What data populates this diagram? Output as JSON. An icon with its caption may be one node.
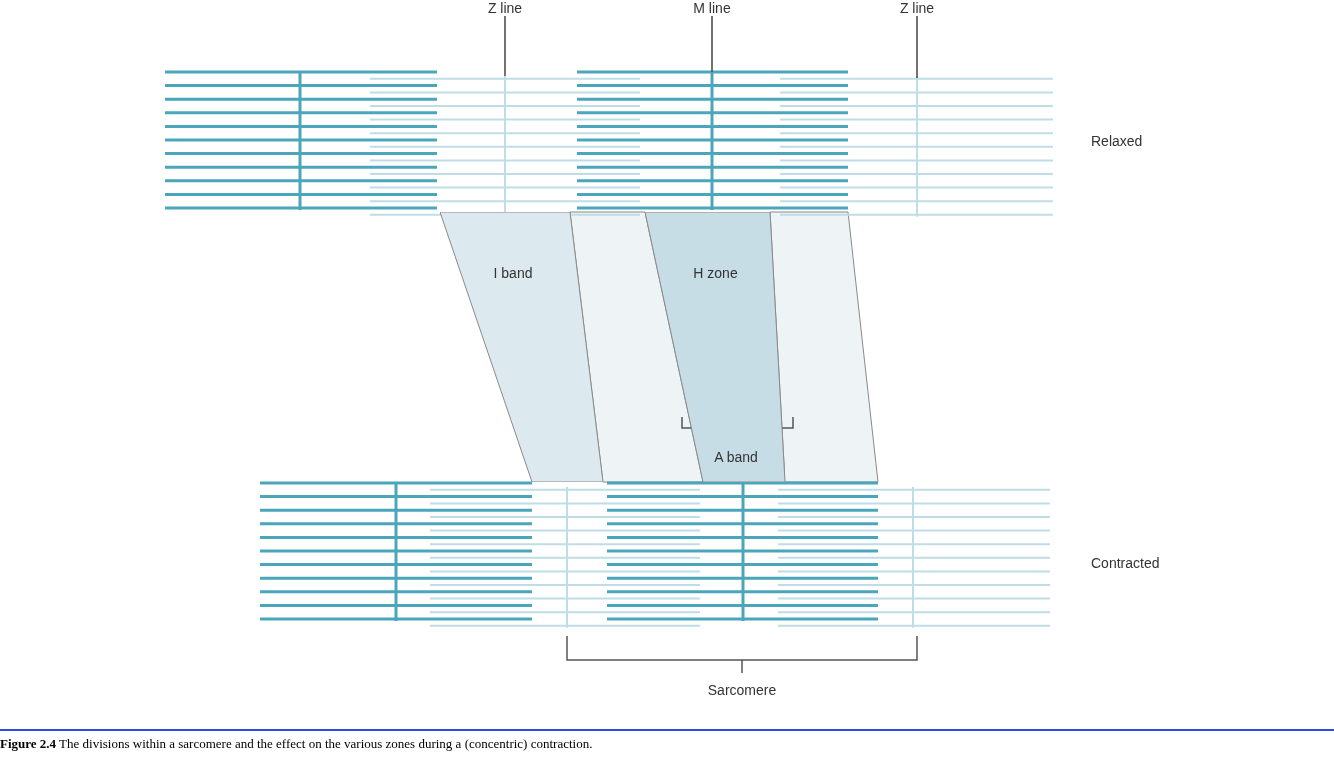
{
  "diagram": {
    "caption": "**Figure 2.4** The divisions within a sarcomere and the effect on the various zones during a (concentric) contraction.",
    "nodes": [
      {
        "text": [
          "Z line"
        ]
      },
      {
        "text": [
          "M line"
        ]
      },
      {
        "text": [
          "Z line"
        ]
      },
      {
        "text": [
          "I band"
        ]
      },
      {
        "text": [
          "H zone"
        ]
      }
    ],
    "edges": [
      {
        "from": 0,
        "to": null,
        "arrow": "none"
      },
      {
        "from": 1,
        "to": null,
        "arrow": "none"
      },
      {
        "from": 2,
        "to": null,
        "arrow": "none"
      }
    ],
    "labels": [
      "Relaxed",
      "A band",
      "Contracted",
      "Sarcomere"
    ]
  }
}
